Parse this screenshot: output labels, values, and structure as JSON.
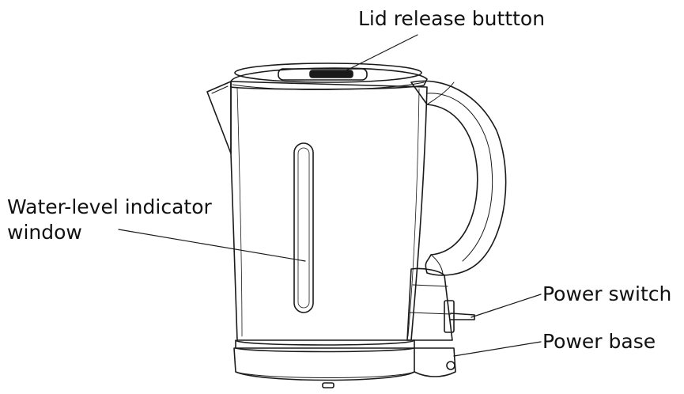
{
  "labels": {
    "lid_release": "Lid release buttton",
    "water_level_line1": "Water-level indicator",
    "water_level_line2": "window",
    "power_switch": "Power switch",
    "power_base": "Power base"
  },
  "colors": {
    "line": "#1a1a1a",
    "background": "#ffffff"
  }
}
